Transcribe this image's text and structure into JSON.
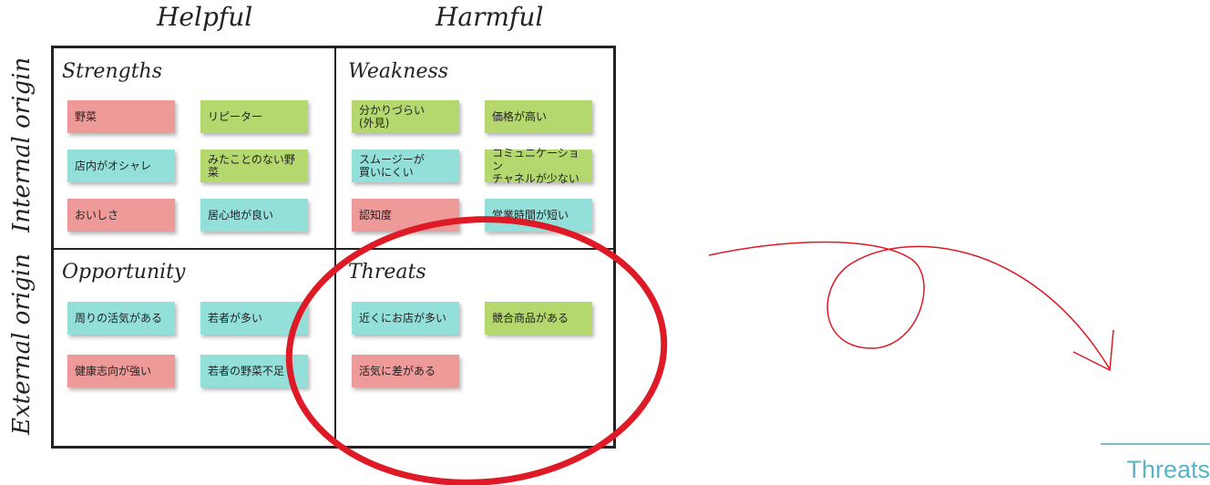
{
  "columns": {
    "helpful": "Helpful",
    "harmful": "Harmful"
  },
  "rows": {
    "internal": "Internal origin",
    "external": "External origin"
  },
  "quadrants": {
    "strengths": {
      "title": "Strengths",
      "notes": [
        {
          "text": "野菜",
          "color": "pink"
        },
        {
          "text": "リピーター",
          "color": "green"
        },
        {
          "text": "店内がオシャレ",
          "color": "cyan"
        },
        {
          "text": "みたことのない野菜",
          "color": "green"
        },
        {
          "text": "おいしさ",
          "color": "pink"
        },
        {
          "text": "居心地が良い",
          "color": "cyan"
        }
      ]
    },
    "weakness": {
      "title": "Weakness",
      "notes": [
        {
          "text": "分かりづらい\n(外見)",
          "color": "green"
        },
        {
          "text": "価格が高い",
          "color": "green"
        },
        {
          "text": "スムージーが\n買いにくい",
          "color": "cyan"
        },
        {
          "text": "コミュニケーション\nチャネルが少ない",
          "color": "green"
        },
        {
          "text": "認知度",
          "color": "pink"
        },
        {
          "text": "営業時間が短い",
          "color": "cyan"
        }
      ]
    },
    "opportunity": {
      "title": "Opportunity",
      "notes": [
        {
          "text": "周りの活気がある",
          "color": "cyan"
        },
        {
          "text": "若者が多い",
          "color": "cyan"
        },
        {
          "text": "健康志向が強い",
          "color": "pink"
        },
        {
          "text": "若者の野菜不足",
          "color": "cyan"
        }
      ]
    },
    "threats": {
      "title": "Threats",
      "notes": [
        {
          "text": "近くにお店が多い",
          "color": "cyan"
        },
        {
          "text": "競合商品がある",
          "color": "green"
        },
        {
          "text": "活気に差がある",
          "color": "pink"
        }
      ]
    }
  },
  "footer": {
    "label": "Threats"
  },
  "colors": {
    "highlight_circle": "#dd1a25",
    "arrow": "#dd1a25",
    "footer_text": "#58b3c4",
    "pink": "#ee9a98",
    "green": "#b4d86e",
    "cyan": "#93e0da"
  }
}
